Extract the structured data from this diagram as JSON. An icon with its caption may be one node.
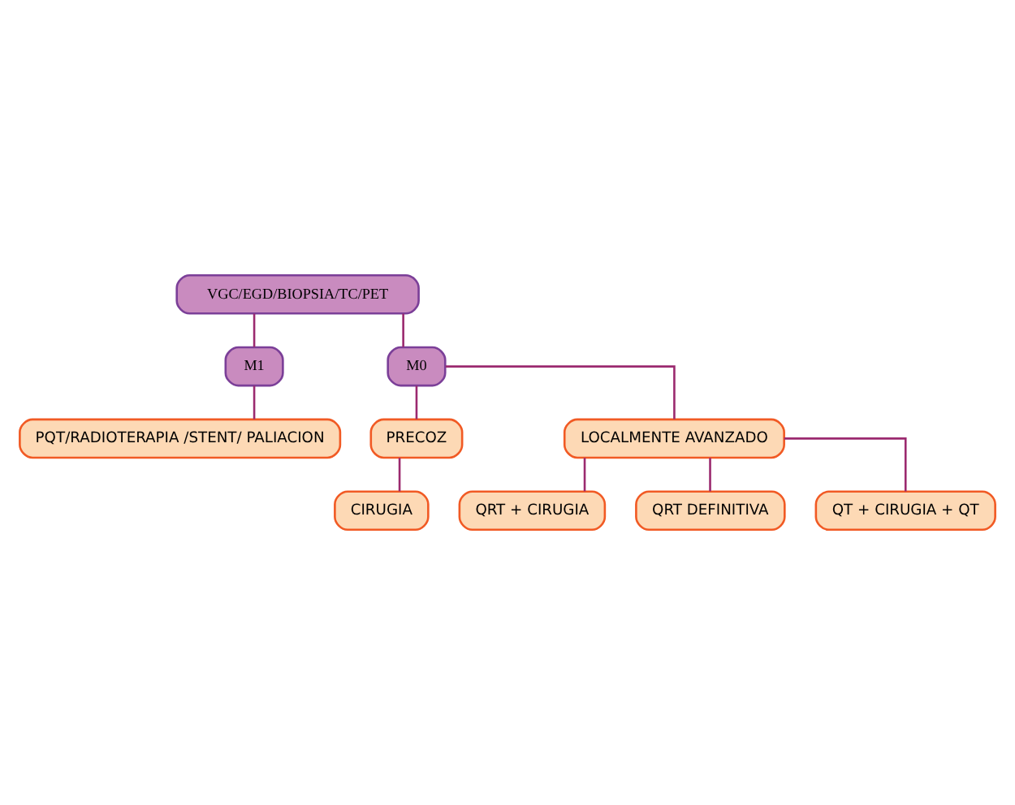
{
  "diagram": {
    "nodes": [
      {
        "text": [
          "VGC/EGD/BIOPSIA/TC/PET"
        ]
      },
      {
        "text": [
          "M1"
        ]
      },
      {
        "text": [
          "M0"
        ]
      },
      {
        "text": [
          "PQT/RADIOTERAPIA /STENT/ PALIACION"
        ]
      },
      {
        "text": [
          "PRECOZ"
        ]
      },
      {
        "text": [
          "LOCALMENTE AVANZADO"
        ]
      },
      {
        "text": [
          "CIRUGIA"
        ]
      },
      {
        "text": [
          "QRT + CIRUGIA"
        ]
      },
      {
        "text": [
          "QRT DEFINITIVA"
        ]
      },
      {
        "text": [
          "QT + CIRUGIA + QT"
        ]
      }
    ],
    "edges": [
      {
        "from": 0,
        "to": 1,
        "arrow": "none"
      },
      {
        "from": 0,
        "to": 2,
        "arrow": "none"
      },
      {
        "from": 1,
        "to": 3,
        "arrow": "none"
      },
      {
        "from": 2,
        "to": 4,
        "arrow": "none"
      },
      {
        "from": 2,
        "to": 5,
        "arrow": "none"
      },
      {
        "from": 4,
        "to": 6,
        "arrow": "none"
      },
      {
        "from": 5,
        "to": 7,
        "arrow": "none"
      },
      {
        "from": 5,
        "to": 8,
        "arrow": "none"
      },
      {
        "from": 5,
        "to": 9,
        "arrow": "none"
      }
    ]
  }
}
